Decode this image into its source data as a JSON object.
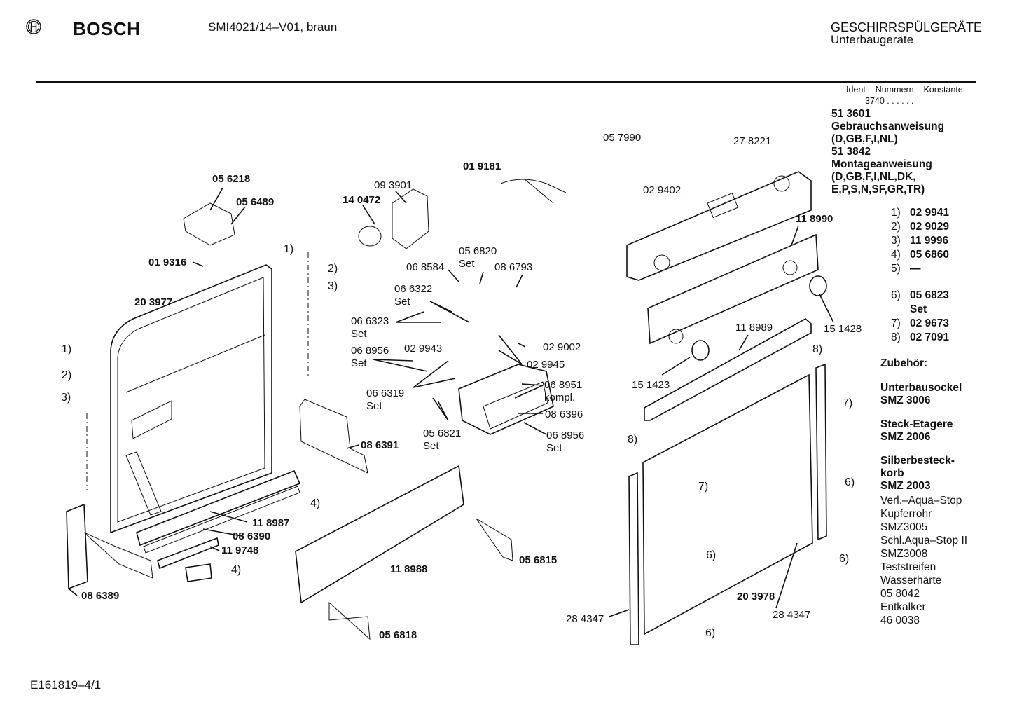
{
  "header": {
    "brand": "BOSCH",
    "logo_icon": "bosch-armature-logo-icon",
    "model": "SMI4021/14–V01, braun",
    "category_title": "GESCHIRRSPÜLGERÄTE",
    "category_subtitle": "Unterbaugeräte"
  },
  "ident": {
    "heading": "Ident – Nummern – Konstante",
    "constant": "3740 . .   . . . ."
  },
  "documents": [
    {
      "number": "51 3601",
      "title": "Gebrauchsanweisung",
      "languages": "(D,GB,F,I,NL)"
    },
    {
      "number": "51 3842",
      "title": "Montageanweisung",
      "languages": "(D,GB,F,I,NL,DK,",
      "languages_2": "E,P,S,N,SF,GR,TR)"
    }
  ],
  "references": [
    {
      "key": "1)",
      "value": "02 9941"
    },
    {
      "key": "2)",
      "value": "02 9029"
    },
    {
      "key": "3)",
      "value": "11 9996"
    },
    {
      "key": "4)",
      "value": "05 6860"
    },
    {
      "key": "5)",
      "value": "—"
    },
    {
      "key": "6)",
      "value": "05 6823",
      "extra": "Set"
    },
    {
      "key": "7)",
      "value": "02 9673"
    },
    {
      "key": "8)",
      "value": "02 7091"
    }
  ],
  "accessories": {
    "heading": "Zubehör:",
    "items": [
      {
        "name": "Unterbausockel",
        "code": "SMZ 3006"
      },
      {
        "name": "Steck-Etagere",
        "code": "SMZ 2006"
      },
      {
        "name": "Silberbesteck-",
        "name_2": "korb",
        "code": "SMZ 2003"
      }
    ],
    "notes": [
      "Verl.–Aqua–Stop",
      "Kupferrohr",
      "SMZ3005",
      "Schl.Aqua–Stop II",
      "SMZ3008",
      "Teststreifen",
      "Wasserhärte",
      "05 8042",
      "Entkalker",
      "46 0038"
    ]
  },
  "callouts": {
    "c056218": "05 6218",
    "c056489": "05 6489",
    "c019316": "01 9316",
    "c203977": "20 3977",
    "c140472": "14 0472",
    "c093901": "09 3901",
    "c019181": "01 9181",
    "c056820": "05 6820",
    "c056820s": "Set",
    "c068584": "06 8584",
    "c086793": "08 6793",
    "c066322": "06 6322",
    "c066322s": "Set",
    "c066323": "06 6323",
    "c066323s": "Set",
    "c029002": "02 9002",
    "c068956a": "06 8956",
    "c068956as": "Set",
    "c029943": "02 9943",
    "c029945": "02 9945",
    "c066319": "06 6319",
    "c066319s": "Set",
    "c068951": "06 8951",
    "c068951s": "kompl.",
    "c086396": "08 6396",
    "c056821": "05 6821",
    "c056821s": "Set",
    "c068956b": "06 8956",
    "c068956bs": "Set",
    "c086391": "08 6391",
    "c118987": "11 8987",
    "c086390": "08 6390",
    "c119748": "11 9748",
    "c086389": "08 6389",
    "c118988": "11 8988",
    "c056815": "05 6815",
    "c056818": "05 6818",
    "c057990": "05 7990",
    "c029402": "02 9402",
    "c278221": "27 8221",
    "c118990": "11 8990",
    "c151428": "15 1428",
    "c118989": "11 8989",
    "c151423": "15 1423",
    "c203978": "20 3978",
    "c284347a": "28 4347",
    "c284347b": "28 4347",
    "r1a": "1)",
    "r2a": "2)",
    "r3a": "3)",
    "r1b": "1)",
    "r2b": "2)",
    "r3b": "3)",
    "r4a": "4)",
    "r4b": "4)",
    "r8a": "8)",
    "r8b": "8)",
    "r7a": "7)",
    "r7b": "7)",
    "r6a": "6)",
    "r6b": "6)",
    "r6c": "6)",
    "r6d": "6)"
  },
  "footer": {
    "drawing_id": "E161819–4/1"
  }
}
